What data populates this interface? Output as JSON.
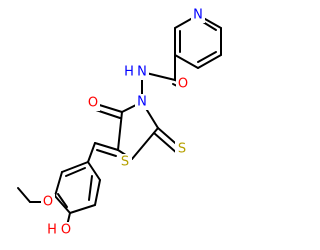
{
  "structure": {
    "atoms": [
      {
        "id": "n_pyridine",
        "label": "N",
        "color": "#0000ff"
      },
      {
        "id": "o_amide",
        "label": "O",
        "color": "#ff0000"
      },
      {
        "id": "nh_amide",
        "label": "N",
        "color": "#0000ff"
      },
      {
        "id": "h_amide",
        "label": "H",
        "color": "#0000ff"
      },
      {
        "id": "n_ring",
        "label": "N",
        "color": "#0000ff"
      },
      {
        "id": "o_carbonyl",
        "label": "O",
        "color": "#ff0000"
      },
      {
        "id": "s_ring",
        "label": "S",
        "color": "#b5a000"
      },
      {
        "id": "s_thione",
        "label": "S",
        "color": "#b5a000"
      },
      {
        "id": "o_methoxy",
        "label": "O",
        "color": "#ff0000"
      },
      {
        "id": "o_hydroxyl",
        "label": "O",
        "color": "#ff0000"
      },
      {
        "id": "h_hydroxyl",
        "label": "H",
        "color": "#ff0000"
      }
    ]
  }
}
